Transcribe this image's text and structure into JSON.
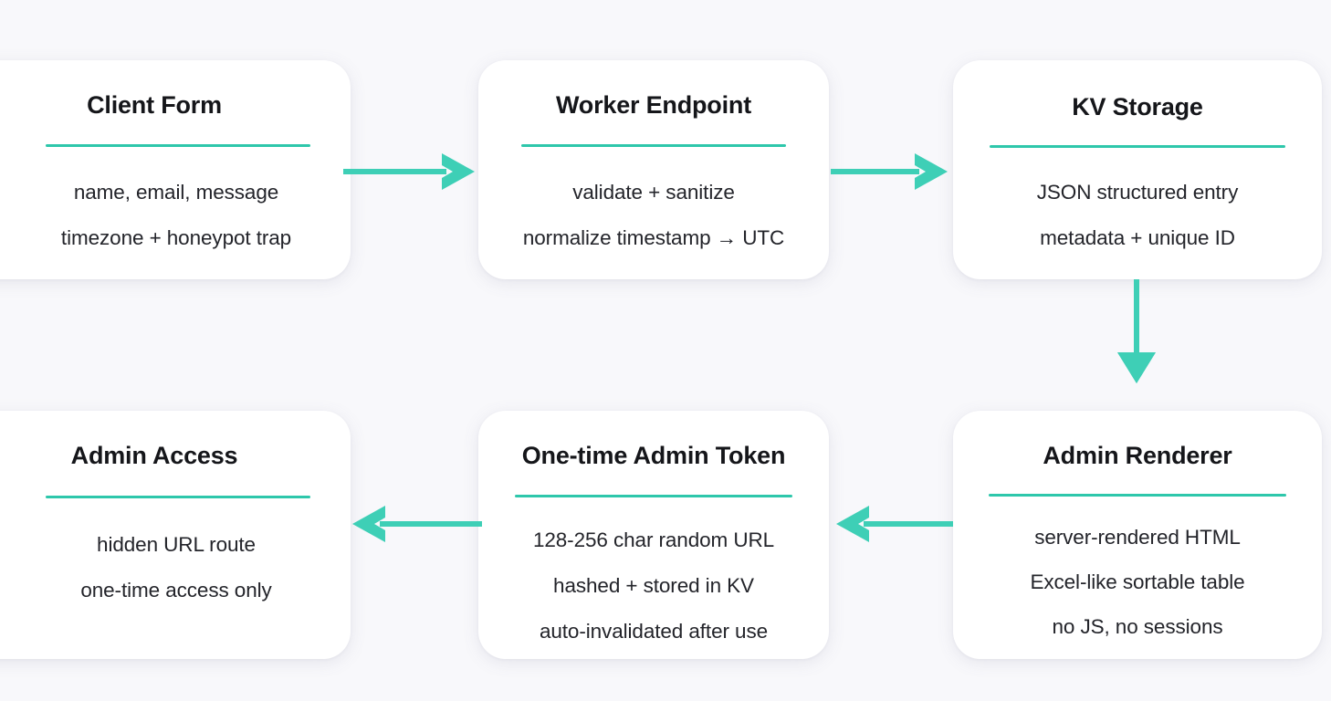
{
  "theme": {
    "background": "#f8f8fb",
    "card_background": "#ffffff",
    "accent": "#2ec7ab",
    "arrow_color": "#3ecfb6",
    "title_color": "#15161a",
    "body_color": "#23242a"
  },
  "diagram": {
    "type": "flowchart",
    "nodes": [
      {
        "id": "client-form",
        "title": "Client Form",
        "lines": [
          "name, email, message",
          "timezone + honeypot trap"
        ]
      },
      {
        "id": "worker-endpoint",
        "title": "Worker Endpoint",
        "lines": [
          "validate + sanitize",
          "normalize timestamp → UTC"
        ]
      },
      {
        "id": "kv-storage",
        "title": "KV Storage",
        "lines": [
          "JSON structured entry",
          "metadata + unique ID"
        ]
      },
      {
        "id": "admin-renderer",
        "title": "Admin Renderer",
        "lines": [
          "server-rendered HTML",
          "Excel-like sortable table",
          "no JS, no sessions"
        ]
      },
      {
        "id": "admin-token",
        "title": "One-time Admin Token",
        "lines": [
          "128-256 char random URL",
          "hashed + stored in KV",
          "auto-invalidated after use"
        ]
      },
      {
        "id": "admin-access",
        "title": "Admin Access",
        "lines": [
          "hidden URL route",
          "one-time access only"
        ]
      }
    ],
    "edges": [
      {
        "id": "form-to-worker",
        "from": "client-form",
        "to": "worker-endpoint",
        "direction": "right"
      },
      {
        "id": "worker-to-kv",
        "from": "worker-endpoint",
        "to": "kv-storage",
        "direction": "right"
      },
      {
        "id": "kv-to-renderer",
        "from": "kv-storage",
        "to": "admin-renderer",
        "direction": "down"
      },
      {
        "id": "renderer-to-token",
        "from": "admin-renderer",
        "to": "admin-token",
        "direction": "left"
      },
      {
        "id": "token-to-access",
        "from": "admin-token",
        "to": "admin-access",
        "direction": "left"
      }
    ]
  }
}
